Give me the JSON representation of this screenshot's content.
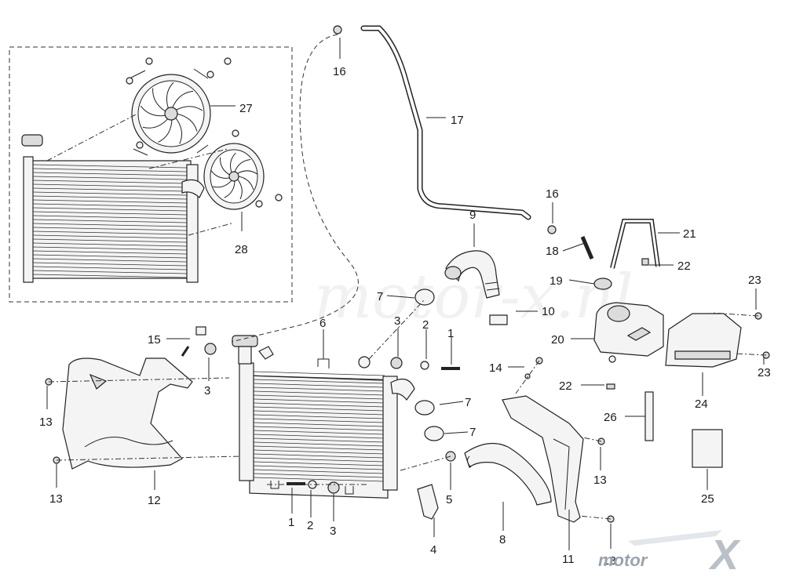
{
  "watermark": "motor-x.nl",
  "logo": {
    "text": "motor",
    "mark": "X"
  },
  "callouts": [
    "1",
    "2",
    "3",
    "4",
    "5",
    "6",
    "7",
    "8",
    "9",
    "10",
    "11",
    "12",
    "13",
    "14",
    "15",
    "16",
    "17",
    "18",
    "19",
    "20",
    "21",
    "22",
    "23",
    "24",
    "25",
    "26",
    "27",
    "28"
  ]
}
